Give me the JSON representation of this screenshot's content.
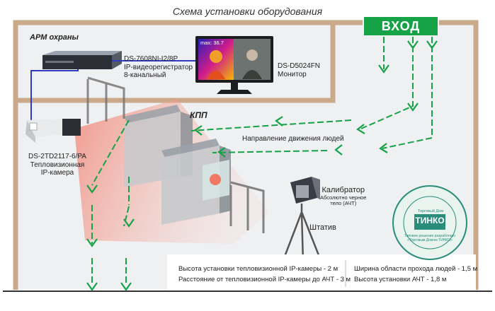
{
  "title": "Схема установки оборудования",
  "entry_label": "ВХОД",
  "arm_label": "АРМ охраны",
  "recorder": {
    "model": "DS-7608NI-I2/8P",
    "line1": "IP-видеорегистратор",
    "line2": "8-канальный"
  },
  "monitor": {
    "model": "DS-D5024FN",
    "label": "Монитор"
  },
  "camera": {
    "model": "DS-2TD2117-6/PA",
    "line1": "Тепловизионная",
    "line2": "IP-камера"
  },
  "kpp_label": "КПП",
  "direction_label": "Направление движения людей",
  "calibrator": {
    "label": "Калибратор",
    "line1": "Абсолютно черное",
    "line2": "тело (АЧТ)"
  },
  "tripod_label": "Штатив",
  "info_left": [
    "Высота установки тепловизионной IP-камеры - 2 м",
    "Расстояние от тепловизионной IP-камеры до АЧТ - 3 м"
  ],
  "info_right": [
    "Ширина области прохода людей - 1,5 м",
    "Высота установки АЧТ - 1,8 м"
  ],
  "seal": {
    "ring_text": "Типовое решение разработано «Торговым Домом ТИНКО»",
    "brand": "ТИНКО",
    "brand_small": "Торговый Дом"
  },
  "monitor_readout": "max: 36.7",
  "colors": {
    "accent_green": "#16a246",
    "wall": "#c9a98a",
    "floor": "#eef0f2"
  }
}
